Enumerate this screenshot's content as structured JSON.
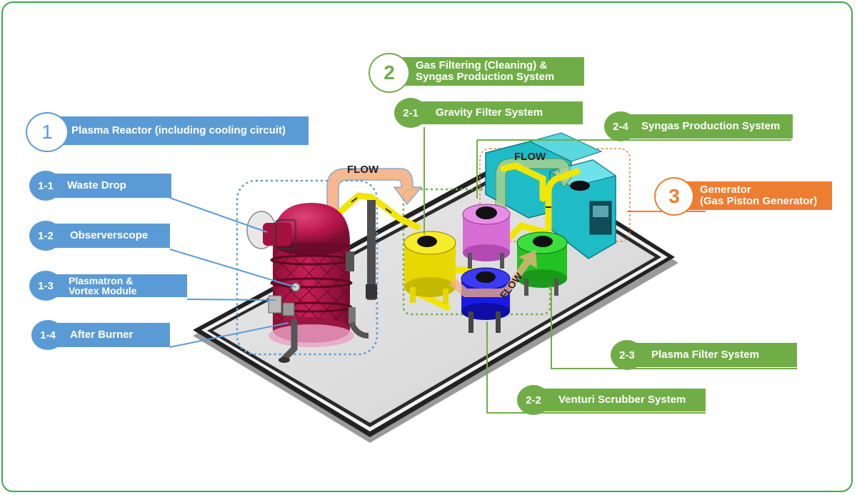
{
  "labels": {
    "l1": {
      "num": "1",
      "text": "Plasma Reactor (including cooling circuit)"
    },
    "l1_1": {
      "num": "1-1",
      "text": "Waste Drop"
    },
    "l1_2": {
      "num": "1-2",
      "text": "Observerscope"
    },
    "l1_3": {
      "num": "1-3",
      "line1": "Plasmatron &",
      "line2": "Vortex Module"
    },
    "l1_4": {
      "num": "1-4",
      "text": "After Burner"
    },
    "l2": {
      "num": "2",
      "line1": "Gas Filtering (Cleaning) &",
      "line2": "Syngas Production System"
    },
    "l2_1": {
      "num": "2-1",
      "text": "Gravity Filter System"
    },
    "l2_2": {
      "num": "2-2",
      "text": "Venturi Scrubber System"
    },
    "l2_3": {
      "num": "2-3",
      "text": "Plasma Filter System"
    },
    "l2_4": {
      "num": "2-4",
      "text": "Syngas Production System"
    },
    "l3": {
      "num": "3",
      "line1": "Generator",
      "line2": "(Gas Piston Generator)"
    }
  },
  "flow": {
    "a": "FLOW",
    "b": "FLOW",
    "c": "FLOW"
  },
  "colors": {
    "blue": "#5b9bd5",
    "green": "#70ad47",
    "orange": "#ed7d31",
    "frame": "#3aa84a"
  }
}
